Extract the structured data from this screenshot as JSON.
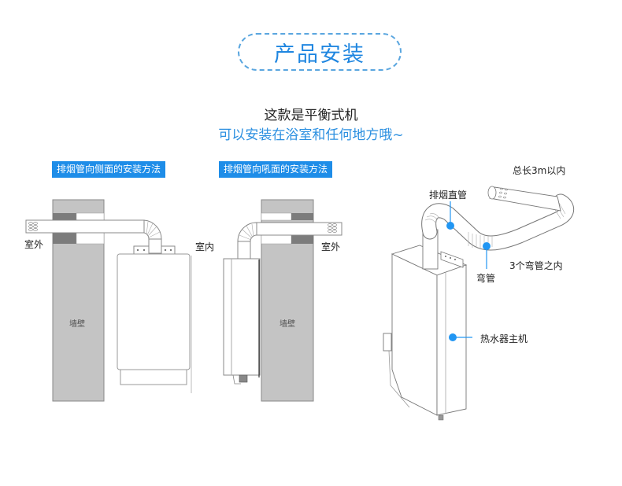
{
  "header": {
    "title": "产品安装",
    "subtitle_line1": "这款是平衡式机",
    "subtitle_line2": "可以安装在浴室和任何地方哦~"
  },
  "sections": [
    {
      "badge": "排烟管向侧面的安装方法",
      "labels": {
        "outdoor": "室外",
        "wall": "墙壁"
      }
    },
    {
      "badge": "排烟管向吼面的安装方法",
      "labels": {
        "indoor": "室内",
        "outdoor": "室外",
        "wall": "墙壁"
      }
    }
  ],
  "callouts": {
    "total_length": "总长3m以内",
    "exhaust_straight_pipe": "排烟直管",
    "elbow_pipe": "弯管",
    "elbow_limit": "3个弯管之内",
    "heater_unit": "热水器主机"
  },
  "colors": {
    "accent": "#1e8de8",
    "title_text": "#1f86e0",
    "wall_fill": "#c4c4c4",
    "wall_dark": "#7c7c7c",
    "callout_dot": "#2196f3"
  }
}
